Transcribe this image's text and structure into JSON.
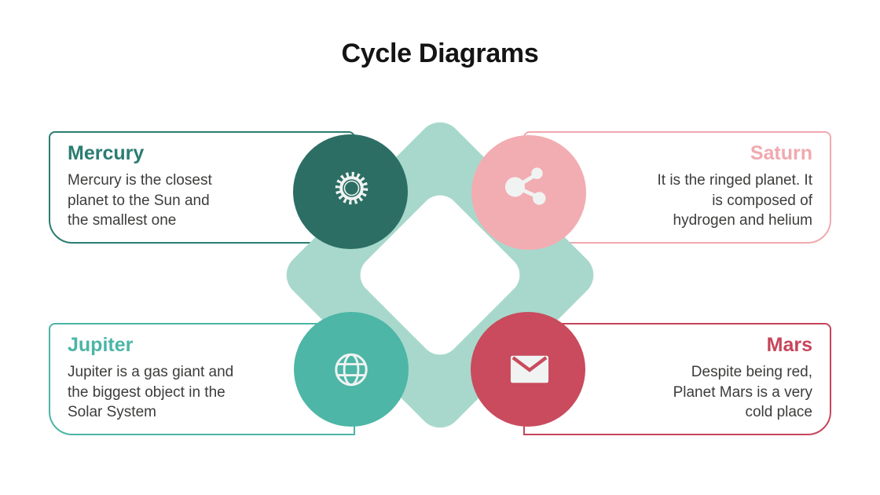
{
  "title": "Cycle Diagrams",
  "colors": {
    "ink": "#141414",
    "body-text": "#3c3c3b",
    "mint": "#a8d8cc",
    "icon": "#f0f3f2",
    "mercury-accent": "#2b7c71",
    "mercury-circle": "#2c6e64",
    "saturn-accent": "#f0a9af",
    "saturn-circle": "#f2adb2",
    "jupiter-accent": "#4cb5a6",
    "jupiter-circle": "#4db6a6",
    "mars-accent": "#c6455a",
    "mars-circle": "#c94b5d"
  },
  "planets": [
    {
      "name": "Mercury",
      "icon": "gear-icon",
      "description": "Mercury is the closest\nplanet to the Sun and\nthe smallest one"
    },
    {
      "name": "Saturn",
      "icon": "share-icon",
      "description": "It is the ringed planet. It\nis composed of\nhydrogen and helium"
    },
    {
      "name": "Jupiter",
      "icon": "globe-icon",
      "description": "Jupiter is a gas giant and\nthe biggest object in the\nSolar System"
    },
    {
      "name": "Mars",
      "icon": "envelope-icon",
      "description": "Despite being red,\nPlanet Mars is a very\ncold place"
    }
  ]
}
